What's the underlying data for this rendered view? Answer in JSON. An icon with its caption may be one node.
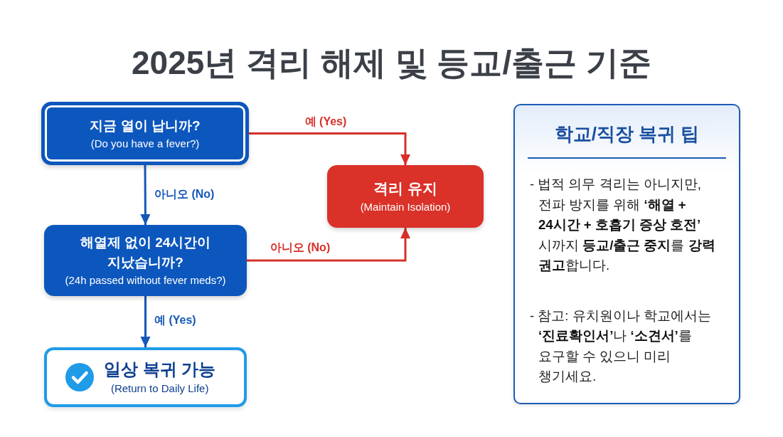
{
  "diagram": {
    "title": "2025년 격리 해제 및 등교/출근 기준",
    "nodes": [
      {
        "text": [
          "지금 열이 납니까?",
          "(Do you have a fever?)"
        ]
      },
      {
        "text": [
          "격리 유지",
          "(Maintain Isolation)"
        ]
      },
      {
        "text": [
          "해열제 없이 24시간이 지났습니까?",
          "(24h passed without fever meds?)"
        ]
      },
      {
        "text": [
          "일상 복귀 가능",
          "(Return to Daily Life)"
        ]
      },
      {
        "text": [
          "학교/직장 복귀 팁",
          "- 법적 의무 격리는 아니지만, 전파 방지를 위해 **‘해열 + 24시간 + 호흡기 증상 호전’** 시까지 **등교/출근 중지**를 **강력 권고**합니다.",
          "- 참고: 유치원이나 학교에서는 **‘진료확인서’**나 **‘소견서’**를 요구할 수 있으니 미리 챙기세요."
        ]
      }
    ],
    "edges": [
      {
        "from": 0,
        "to": 1,
        "arrow": "to",
        "label": "예 (Yes)",
        "color": "#d7302a"
      },
      {
        "from": 0,
        "to": 2,
        "arrow": "to",
        "label": "아니오 (No)",
        "color": "#1458b8"
      },
      {
        "from": 2,
        "to": 1,
        "arrow": "to",
        "label": "아니오 (No)",
        "color": "#d7302a"
      },
      {
        "from": 2,
        "to": 3,
        "arrow": "to",
        "label": "예 (Yes)",
        "color": "#1458b8"
      }
    ]
  }
}
